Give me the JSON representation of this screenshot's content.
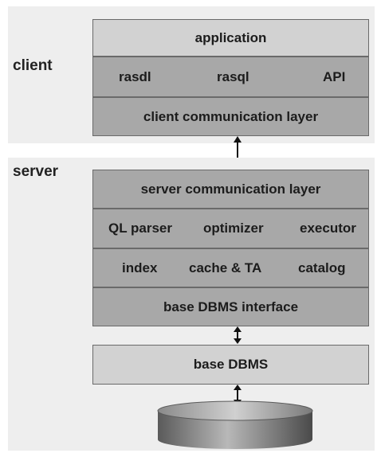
{
  "client": {
    "label": "client",
    "application": "application",
    "tools": [
      "rasdl",
      "rasql",
      "API"
    ],
    "comm_layer": "client communication layer"
  },
  "server": {
    "label": "server",
    "comm_layer": "server communication layer",
    "query_row": [
      "QL parser",
      "optimizer",
      "executor"
    ],
    "storage_row": [
      "index",
      "cache & TA",
      "catalog"
    ],
    "dbms_interface": "base DBMS interface"
  },
  "base_dbms": "base DBMS",
  "colors": {
    "panel": "#eeeeee",
    "light_box": "#d2d2d2",
    "dark_box": "#a8a8a8",
    "border": "#6a6a6a"
  },
  "icons": [
    "double-arrow-icon",
    "database-cylinder-icon"
  ]
}
